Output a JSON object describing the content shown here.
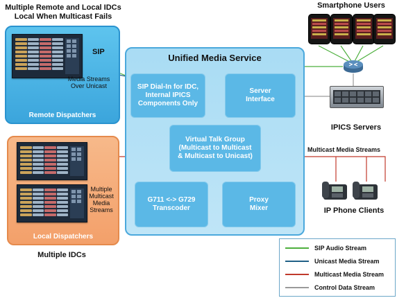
{
  "remote": {
    "header": [
      "Multiple Remote and Local IDCs",
      "Local When Multicast Fails"
    ],
    "sip_label": "SIP",
    "streams_label": [
      "Media Streams",
      "Over Unicast"
    ],
    "box_label": "Remote Dispatchers"
  },
  "local": {
    "streams_label": [
      "Multiple",
      "Multicast",
      "Media",
      "Streams"
    ],
    "box_label": "Local Dispatchers",
    "footer": "Multiple IDCs"
  },
  "ums": {
    "title": "Unified Media Service",
    "tiles": {
      "sip_dial_in": [
        "SIP Dial-In for IDC,",
        "Internal IPICS",
        "Components Only"
      ],
      "server_interface": [
        "Server",
        "Interface"
      ],
      "vtg": [
        "Virtual Talk Group",
        "(Multicast to Multicast",
        "& Multicast to Unicast)"
      ],
      "transcoder": [
        "G711 <-> G729",
        "Transcoder"
      ],
      "proxy_mixer": [
        "Proxy",
        "Mixer"
      ]
    }
  },
  "right": {
    "smartphone_users": "Smartphone Users",
    "ipics_servers": "IPICS Servers",
    "multicast_streams": "Multicast Media Streams",
    "ip_phone_clients": "IP Phone Clients"
  },
  "legend": {
    "items": [
      {
        "label": "SIP Audio Stream",
        "color": "#4caf3c"
      },
      {
        "label": "Unicast Media Stream",
        "color": "#1f5f86"
      },
      {
        "label": "Multicast Media Stream",
        "color": "#c0392b"
      },
      {
        "label": "Control Data Stream",
        "color": "#9a9a9a"
      }
    ]
  }
}
